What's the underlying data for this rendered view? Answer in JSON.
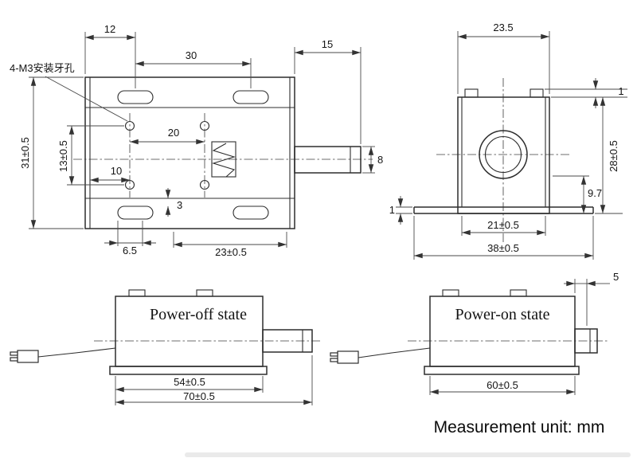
{
  "page": {
    "unit_note": "Measurement unit: mm",
    "line_color": "#2d2d2d",
    "background": "#ffffff"
  },
  "front_view": {
    "name": "front-view",
    "annotation": "4-M3安装牙孔",
    "dims": {
      "d12": "12",
      "d30": "30",
      "d15": "15",
      "d20": "20",
      "d10": "10",
      "d13": "13±0.5",
      "d31": "31±0.5",
      "d8": "8",
      "d3": "3",
      "d6_5": "6.5",
      "d23": "23±0.5"
    }
  },
  "side_view": {
    "name": "side-view",
    "dims": {
      "d23_5": "23.5",
      "d1_top": "1",
      "d28": "28±0.5",
      "d9_7": "9.7",
      "d1_left": "1",
      "d21": "21±0.5",
      "d38": "38±0.5"
    }
  },
  "power_off_view": {
    "title": "Power-off state",
    "dims": {
      "d54": "54±0.5",
      "d70": "70±0.5"
    }
  },
  "power_on_view": {
    "title": "Power-on state",
    "dims": {
      "d5": "5",
      "d60": "60±0.5"
    }
  }
}
